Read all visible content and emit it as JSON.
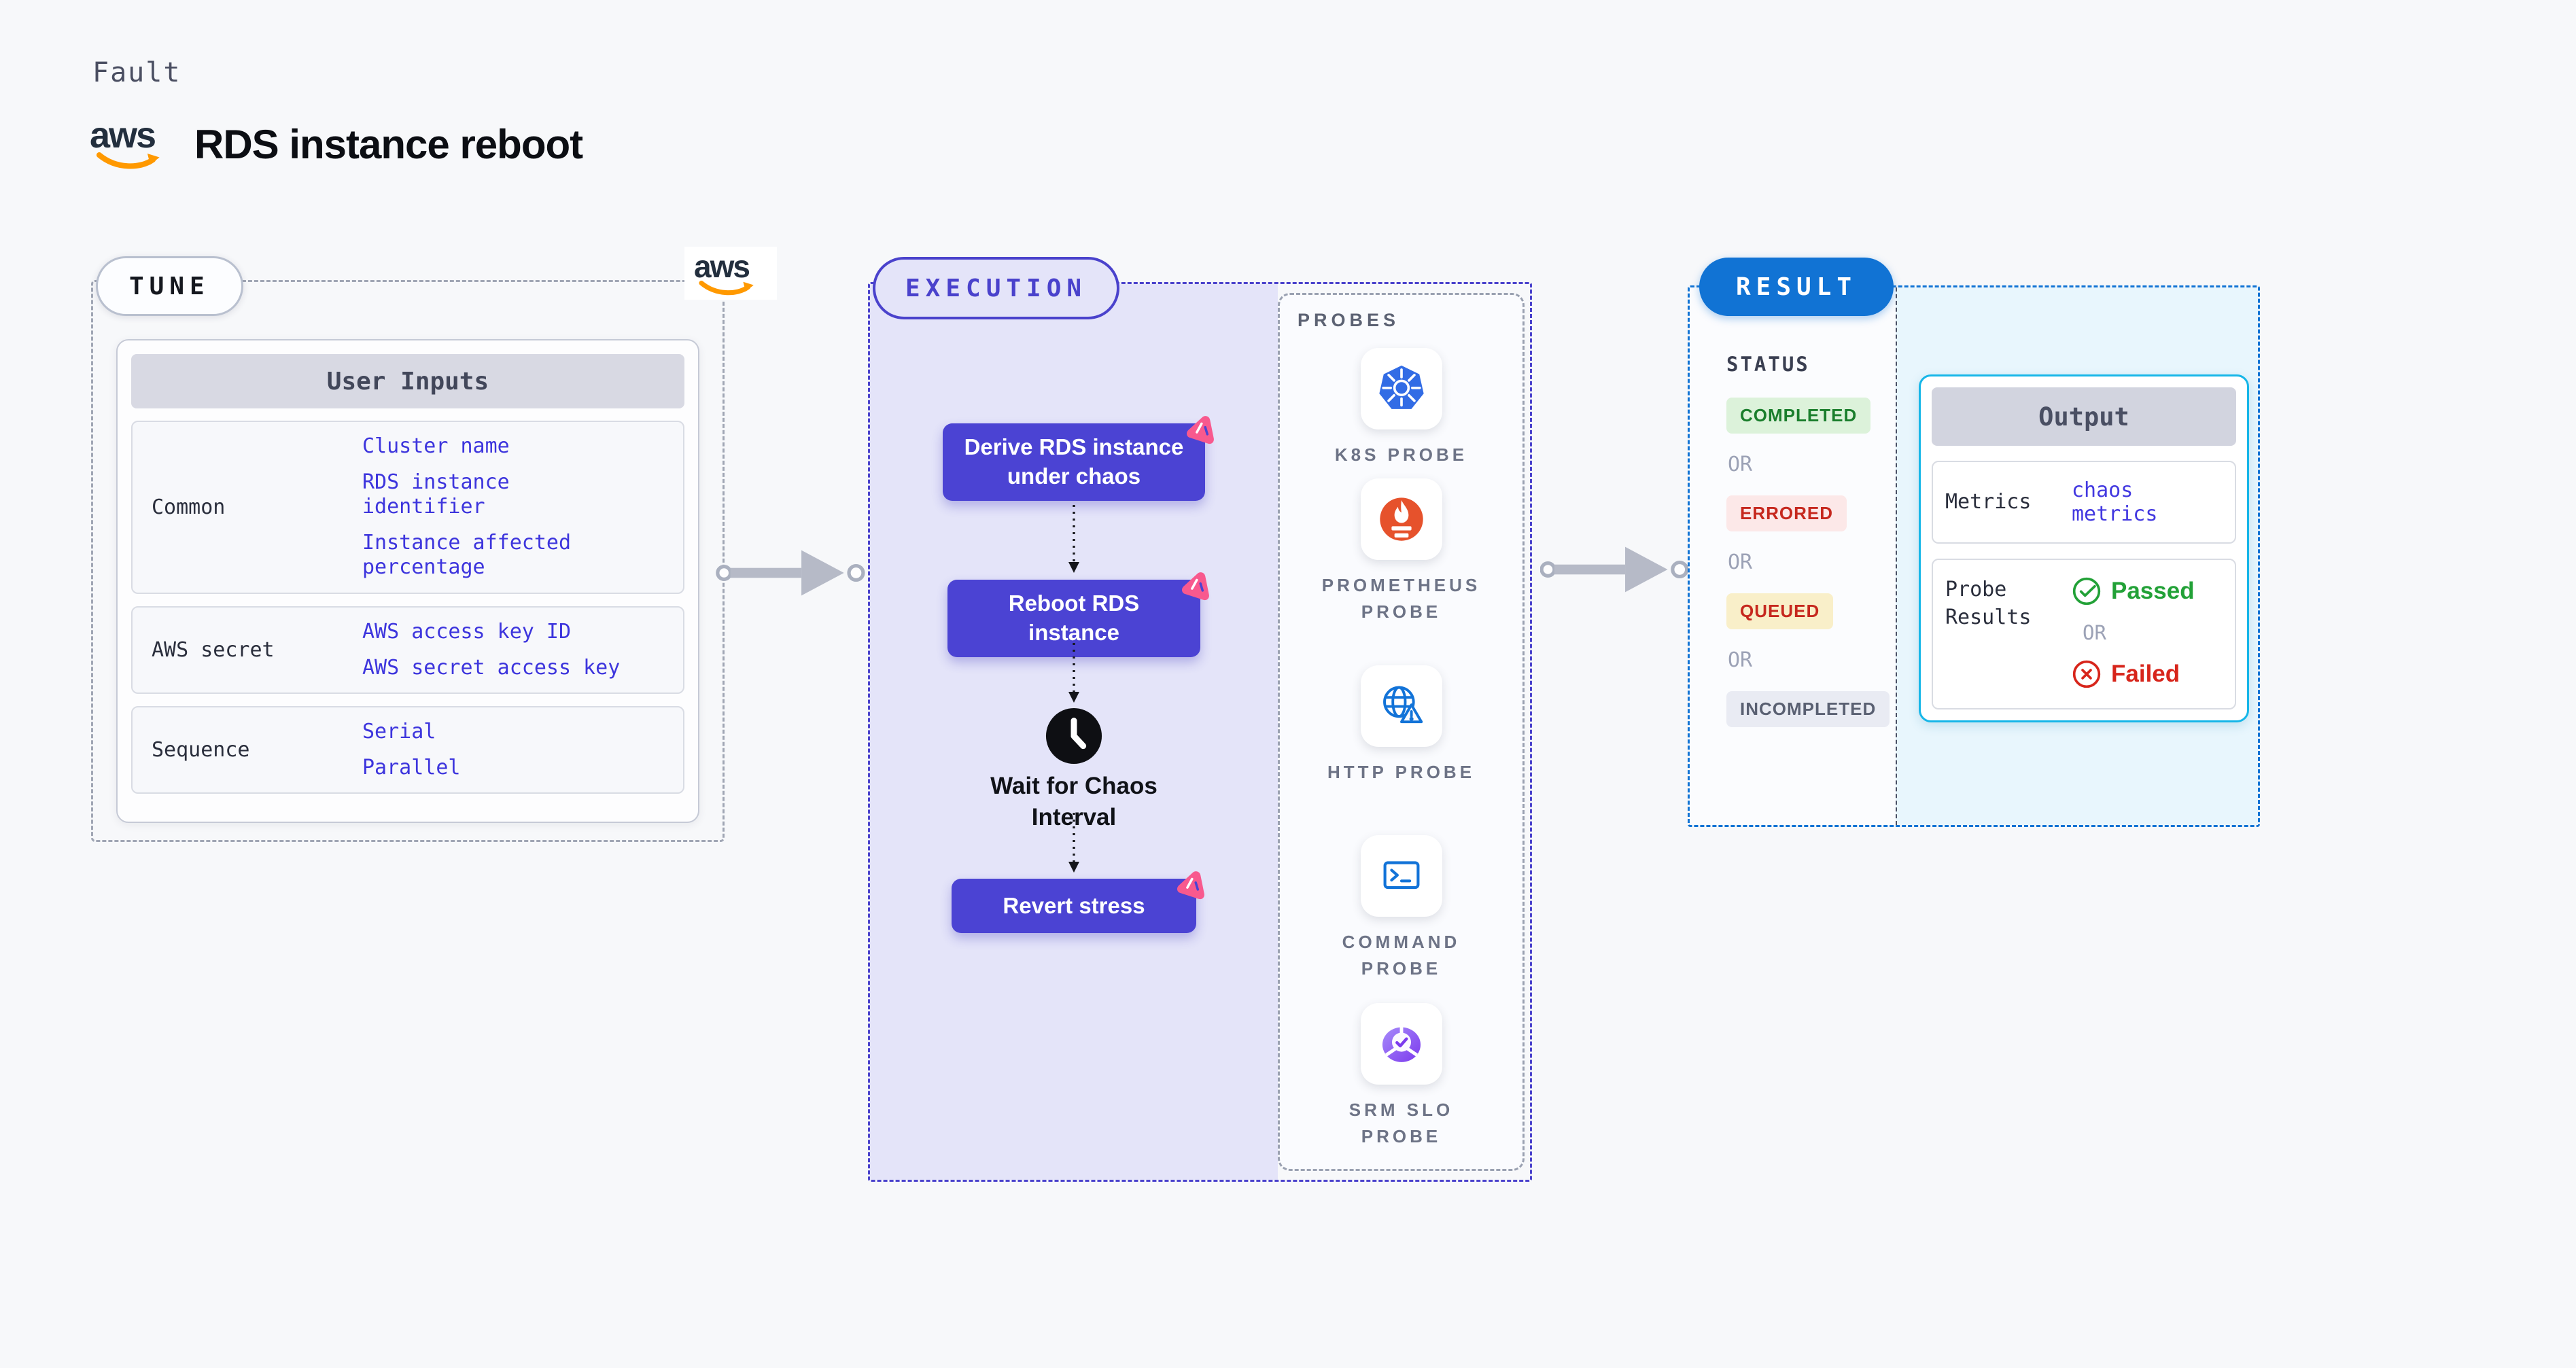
{
  "header": {
    "kind": "Fault",
    "title": "RDS instance reboot"
  },
  "aws": {
    "word": "aws"
  },
  "tune": {
    "badge": "TUNE",
    "user_inputs": {
      "header": "User Inputs",
      "rows": [
        {
          "label": "Common",
          "links": [
            "Cluster name",
            "RDS instance identifier",
            "Instance affected percentage"
          ]
        },
        {
          "label": "AWS secret",
          "links": [
            "AWS access key ID",
            "AWS secret access key"
          ]
        },
        {
          "label": "Sequence",
          "links": [
            "Serial",
            "Parallel"
          ]
        }
      ]
    }
  },
  "execution": {
    "badge": "EXECUTION",
    "nodes": [
      "Derive RDS instance under chaos",
      "Reboot RDS instance",
      "Revert stress"
    ],
    "wait_label": "Wait for Chaos Interval"
  },
  "probes": {
    "heading": "PROBES",
    "items": [
      {
        "label": "K8S PROBE",
        "icon": "kubernetes-icon"
      },
      {
        "label": "PROMETHEUS PROBE",
        "icon": "prometheus-icon"
      },
      {
        "label": "HTTP PROBE",
        "icon": "http-globe-icon"
      },
      {
        "label": "COMMAND PROBE",
        "icon": "command-terminal-icon"
      },
      {
        "label": "SRM SLO PROBE",
        "icon": "srm-slo-icon"
      }
    ]
  },
  "result": {
    "badge": "RESULT",
    "status_heading": "STATUS",
    "or_label": "OR",
    "statuses": [
      {
        "label": "COMPLETED",
        "type": "success",
        "bg": "#dcf2da",
        "fg": "#1a7e2c"
      },
      {
        "label": "ERRORED",
        "type": "error",
        "bg": "#fce8e8",
        "fg": "#c6281e"
      },
      {
        "label": "QUEUED",
        "type": "warning",
        "bg": "#f9efc9",
        "fg": "#c6281e"
      },
      {
        "label": "INCOMPLETED",
        "type": "neutral",
        "bg": "#e9ebf3",
        "fg": "#5a6072"
      }
    ],
    "output": {
      "header": "Output",
      "metrics_label": "Metrics",
      "metrics_link": "chaos metrics",
      "probe_results_label": "Probe Results",
      "passed": "Passed",
      "failed": "Failed",
      "or_label": "OR"
    }
  },
  "colors": {
    "accent_indigo": "#4b43d3",
    "execution_border": "#4a42cc",
    "execution_fill": "#e4e4f9",
    "result_blue": "#1173d4",
    "result_fill": "#e8f6fd",
    "output_border": "#16b6e8",
    "link_blue": "#3d35dd",
    "success_green": "#22a137",
    "error_red": "#d7251b",
    "chaos_pink": "#f8598e",
    "aws_orange": "#ff9900",
    "connector_gray": "#b6bac7"
  }
}
